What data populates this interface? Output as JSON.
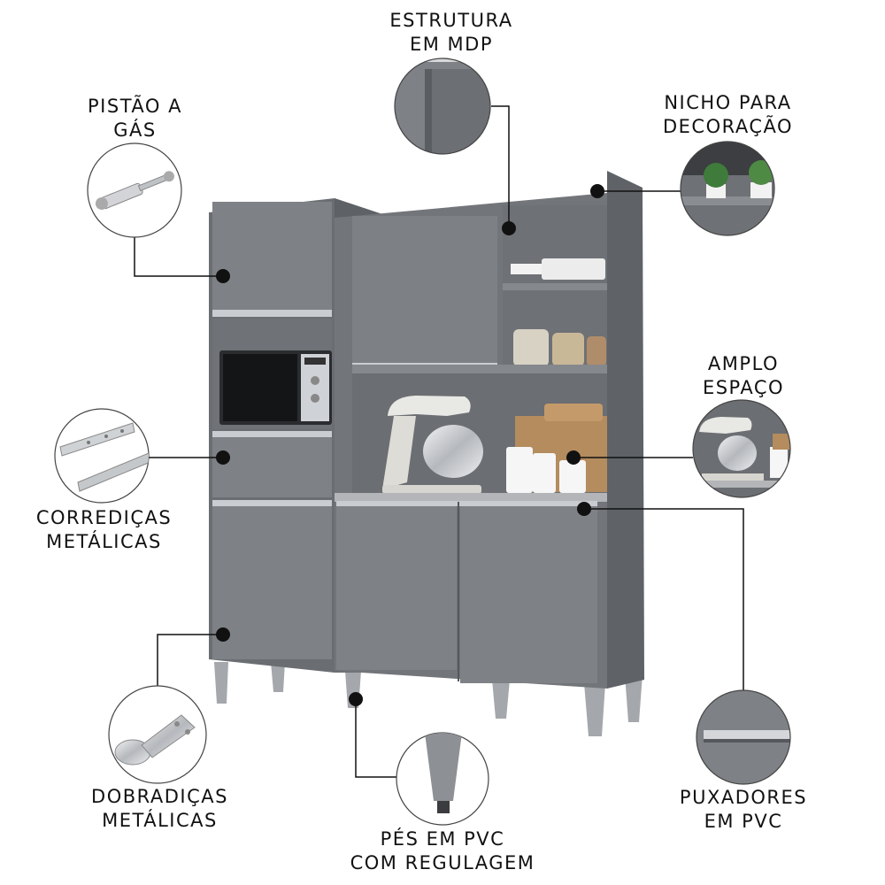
{
  "features": [
    {
      "id": "estrutura",
      "lines": [
        "ESTRUTURA",
        "EM MDP"
      ],
      "icon": "mdp-corner-icon"
    },
    {
      "id": "pistao",
      "lines": [
        "PISTÃO A",
        "GÁS"
      ],
      "icon": "gas-piston-icon"
    },
    {
      "id": "nicho",
      "lines": [
        "NICHO PARA",
        "DECORAÇÃO"
      ],
      "icon": "plant-niche-icon"
    },
    {
      "id": "amplo",
      "lines": [
        "AMPLO",
        "ESPAÇO"
      ],
      "icon": "mixer-space-icon"
    },
    {
      "id": "corredicas",
      "lines": [
        "CORREDIÇAS",
        "METÁLICAS"
      ],
      "icon": "drawer-slide-icon"
    },
    {
      "id": "dobradicas",
      "lines": [
        "DOBRADIÇAS",
        "METÁLICAS"
      ],
      "icon": "hinge-icon"
    },
    {
      "id": "pes",
      "lines": [
        "PÉS EM PVC",
        "COM REGULAGEM"
      ],
      "icon": "adjustable-foot-icon"
    },
    {
      "id": "puxadores",
      "lines": [
        "PUXADORES",
        "EM PVC"
      ],
      "icon": "pvc-handle-icon"
    }
  ],
  "colors": {
    "cabinet": "#7c7f83",
    "cabinet_dark": "#66696d",
    "cabinet_light": "#8c8f93",
    "interior": "#6f7276",
    "handle": "#c9ccd0",
    "leg": "#a4a7ab",
    "marker": "#111111"
  }
}
